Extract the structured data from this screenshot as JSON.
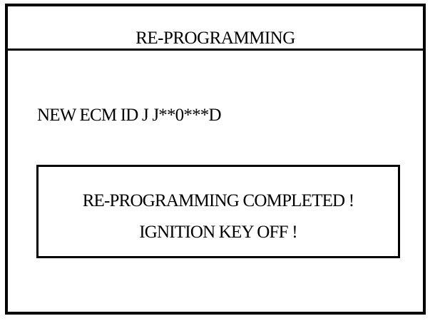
{
  "screen": {
    "title": "RE-PROGRAMMING",
    "ecm_id_line": "NEW ECM ID J J**0***D",
    "message": {
      "line1": "RE-PROGRAMMING  COMPLETED !",
      "line2": "IGNITION KEY OFF !"
    }
  },
  "colors": {
    "background": "#ffffff",
    "foreground": "#000000"
  }
}
